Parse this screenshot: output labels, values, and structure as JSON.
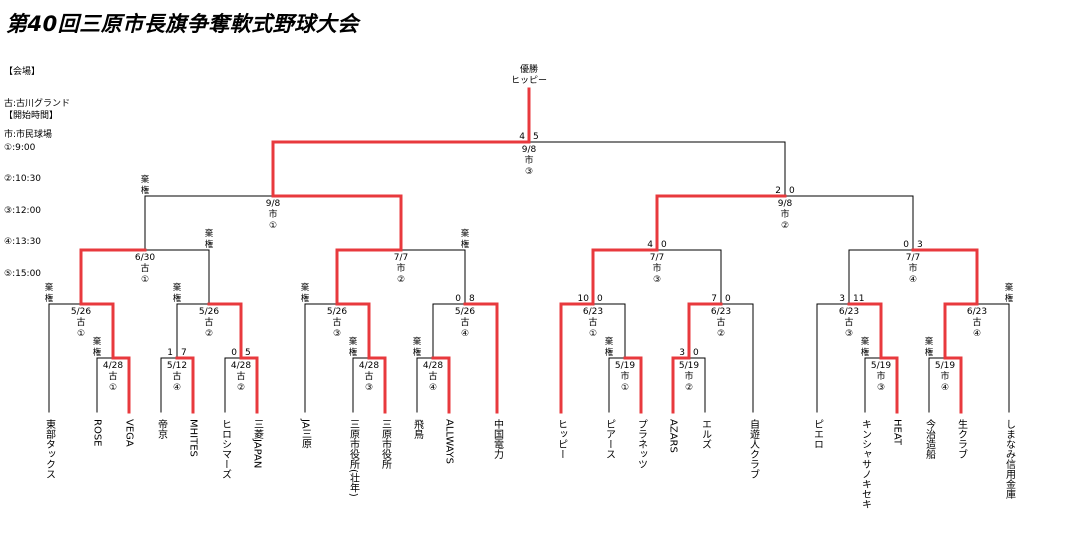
{
  "title": "第40回三原市長旗争奪軟式野球大会",
  "venue": {
    "heading": "【会場】",
    "items": [
      "古:古川グランド",
      "市:市民球場"
    ]
  },
  "times": {
    "heading": "【開始時間】",
    "items": [
      "①:9:00",
      "②:10:30",
      "③:12:00",
      "④:13:30",
      "⑤:15:00"
    ]
  },
  "champion": {
    "label": "優勝",
    "team": "ヒッピー"
  },
  "teams": [
    "東部タックス",
    "ROSE",
    "VEGA",
    "帝京",
    "MHITES",
    "ヒロシマーズ",
    "三菱JAPAN",
    "JA三原",
    "三原市役所(壮年)",
    "三原市役所",
    "飛鳥",
    "ALLWAYS",
    "中国電力",
    "ヒッピー",
    "ピアース",
    "プラネッツ",
    "AZARS",
    "エルズ",
    "自遊人クラブ",
    "ピエロ",
    "キンシャサノキセキ",
    "HEAT",
    "今治造船",
    "生クラブ",
    "しまなみ信用金庫"
  ],
  "colors": {
    "winner": "#e8393d",
    "line": "#000000"
  },
  "matches": [
    {
      "id": "r1a",
      "date": "4/28",
      "venue": "古",
      "time": "①",
      "s1": "",
      "s2": "",
      "forfeit": "棄権"
    },
    {
      "id": "r1b",
      "date": "5/12",
      "venue": "古",
      "time": "④",
      "s1": "1",
      "s2": "7",
      "forfeit": ""
    },
    {
      "id": "r1c",
      "date": "4/28",
      "venue": "古",
      "time": "②",
      "s1": "0",
      "s2": "5",
      "forfeit": ""
    },
    {
      "id": "r1d",
      "date": "4/28",
      "venue": "古",
      "time": "③",
      "s1": "",
      "s2": "",
      "forfeit": "棄権"
    },
    {
      "id": "r1e",
      "date": "4/28",
      "venue": "古",
      "time": "④",
      "s1": "",
      "s2": "",
      "forfeit": "棄権"
    },
    {
      "id": "r1f",
      "date": "5/19",
      "venue": "市",
      "time": "①",
      "s1": "",
      "s2": "",
      "forfeit": "棄権"
    },
    {
      "id": "r1g",
      "date": "5/19",
      "venue": "市",
      "time": "②",
      "s1": "3",
      "s2": "0",
      "forfeit": ""
    },
    {
      "id": "r1h",
      "date": "5/19",
      "venue": "市",
      "time": "③",
      "s1": "",
      "s2": "",
      "forfeit": "棄権"
    },
    {
      "id": "r1i",
      "date": "5/19",
      "venue": "市",
      "time": "④",
      "s1": "",
      "s2": "",
      "forfeit": "棄権"
    },
    {
      "id": "r2a",
      "date": "5/26",
      "venue": "古",
      "time": "①",
      "s1": "",
      "s2": "",
      "forfeit": "棄権"
    },
    {
      "id": "r2b",
      "date": "5/26",
      "venue": "古",
      "time": "②",
      "s1": "",
      "s2": "",
      "forfeit": "棄権"
    },
    {
      "id": "r2c",
      "date": "5/26",
      "venue": "古",
      "time": "③",
      "s1": "",
      "s2": "",
      "forfeit": "棄権"
    },
    {
      "id": "r2d",
      "date": "5/26",
      "venue": "古",
      "time": "④",
      "s1": "0",
      "s2": "8",
      "forfeit": ""
    },
    {
      "id": "r2e",
      "date": "6/23",
      "venue": "古",
      "time": "①",
      "s1": "10",
      "s2": "0",
      "forfeit": ""
    },
    {
      "id": "r2f",
      "date": "6/23",
      "venue": "古",
      "time": "②",
      "s1": "7",
      "s2": "0",
      "forfeit": ""
    },
    {
      "id": "r2g",
      "date": "6/23",
      "venue": "古",
      "time": "③",
      "s1": "3",
      "s2": "11",
      "forfeit": ""
    },
    {
      "id": "r2h",
      "date": "6/23",
      "venue": "古",
      "time": "④",
      "s1": "",
      "s2": "",
      "forfeit": "棄権"
    },
    {
      "id": "qf1",
      "date": "6/30",
      "venue": "古",
      "time": "①",
      "s1": "",
      "s2": "",
      "forfeit": "棄権"
    },
    {
      "id": "qf2",
      "date": "7/7",
      "venue": "市",
      "time": "②",
      "s1": "",
      "s2": "",
      "forfeit": "棄権"
    },
    {
      "id": "qf3",
      "date": "7/7",
      "venue": "市",
      "time": "③",
      "s1": "4",
      "s2": "0",
      "forfeit": ""
    },
    {
      "id": "qf4",
      "date": "7/7",
      "venue": "市",
      "time": "④",
      "s1": "0",
      "s2": "3",
      "forfeit": ""
    },
    {
      "id": "sf1",
      "date": "9/8",
      "venue": "市",
      "time": "①",
      "s1": "",
      "s2": "",
      "forfeit": "棄権"
    },
    {
      "id": "sf2",
      "date": "9/8",
      "venue": "市",
      "time": "②",
      "s1": "2",
      "s2": "0",
      "forfeit": ""
    },
    {
      "id": "final",
      "date": "9/8",
      "venue": "市",
      "time": "③",
      "s1": "4",
      "s2": "5",
      "forfeit": ""
    }
  ]
}
